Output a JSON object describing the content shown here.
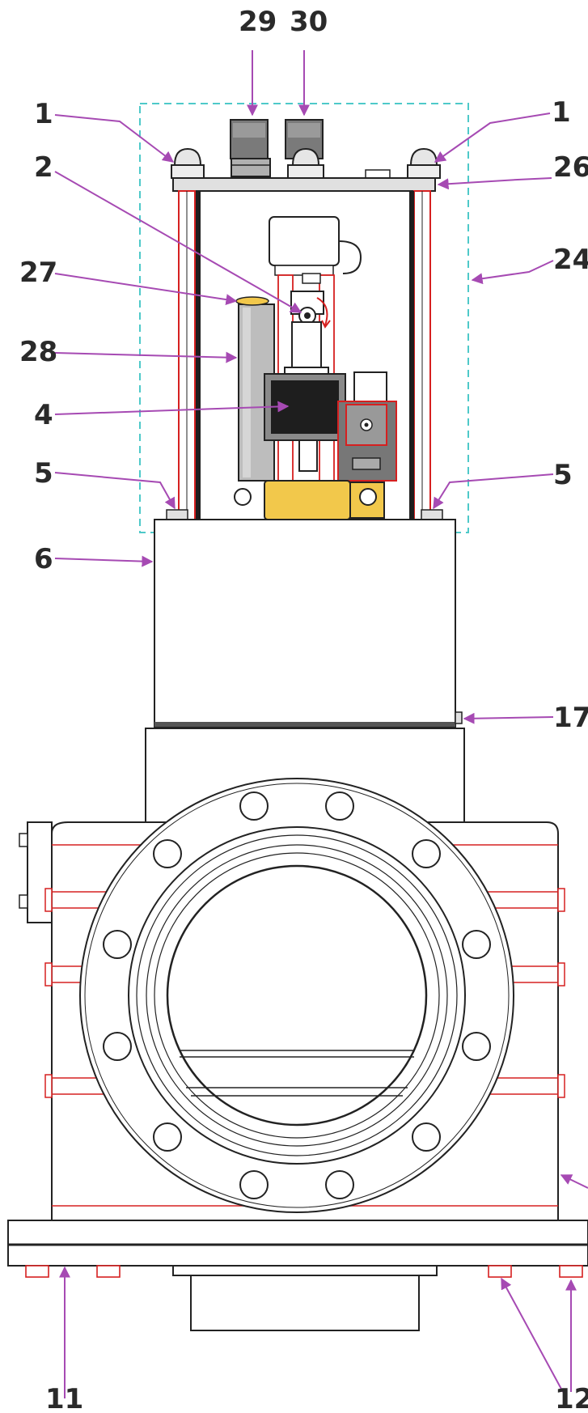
{
  "labels": {
    "l29": "29",
    "l30": "30",
    "l1_left": "1",
    "l1_right": "1",
    "l2": "2",
    "l26": "26",
    "l24": "24",
    "l27": "27",
    "l28": "28",
    "l4": "4",
    "l5_left": "5",
    "l5_right": "5",
    "l6": "6",
    "l17": "17",
    "l11": "11",
    "l12": "12"
  },
  "colors": {
    "leader": "#a64ab3",
    "dashed_frame": "#4ec9c9",
    "red_lines": "#d62020",
    "brass": "#f2c84b",
    "dark_block": "#1e1e1e"
  }
}
